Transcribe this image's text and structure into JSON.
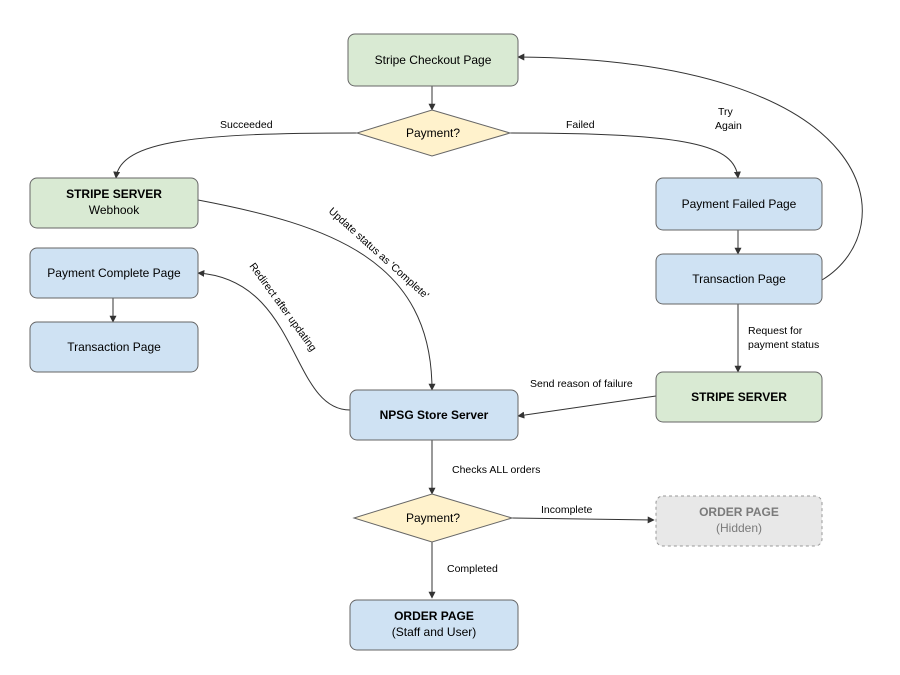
{
  "colors": {
    "green_fill": "#d9ead3",
    "blue_fill": "#cfe2f3",
    "yellow_fill": "#fff2cc",
    "gray_fill": "#e8e8e8",
    "stroke": "#666666",
    "line": "#333333"
  },
  "nodes": {
    "checkout": {
      "label": "Stripe Checkout Page"
    },
    "decision_top": {
      "label": "Payment?"
    },
    "stripe_webhook": {
      "title": "STRIPE SERVER",
      "subtitle": "Webhook"
    },
    "payment_failed": {
      "label": "Payment Failed Page"
    },
    "payment_complete": {
      "label": "Payment Complete Page"
    },
    "transaction_left": {
      "label": "Transaction Page"
    },
    "transaction_right": {
      "label": "Transaction Page"
    },
    "stripe_server": {
      "label": "STRIPE SERVER"
    },
    "npsg_server": {
      "label": "NPSG Store Server"
    },
    "decision_bottom": {
      "label": "Payment?"
    },
    "order_hidden": {
      "title": "ORDER PAGE",
      "subtitle": "(Hidden)"
    },
    "order_page": {
      "title": "ORDER PAGE",
      "subtitle": "(Staff and User)"
    }
  },
  "edges": {
    "succeeded": "Succeeded",
    "failed": "Failed",
    "try_again_1": "Try",
    "try_again_2": "Again",
    "update_status": "Update status as 'Complete'",
    "redirect": "Redirect after updating",
    "request_1": "Request for",
    "request_2": "payment status",
    "send_reason": "Send reason of failure",
    "checks_all": "Checks ALL orders",
    "incomplete": "Incomplete",
    "completed": "Completed"
  }
}
